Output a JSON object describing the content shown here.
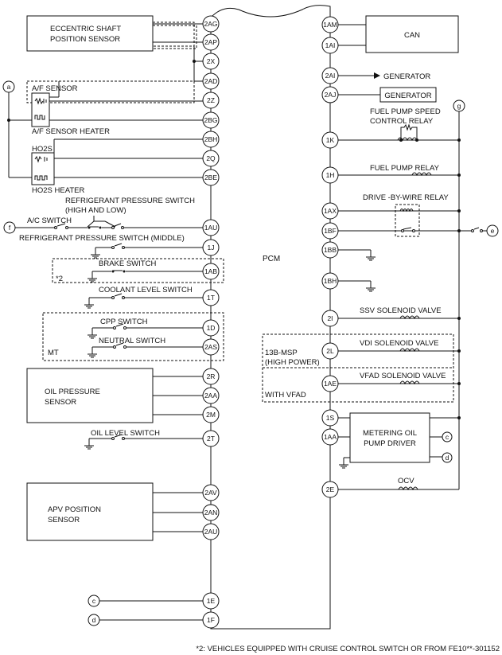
{
  "pcm_label": "PCM",
  "left_pins": [
    "2AG",
    "2AP",
    "2X",
    "2AD",
    "2Z",
    "2BG",
    "2BH",
    "2Q",
    "2BE",
    "1AU",
    "1J",
    "1AB",
    "1T",
    "1D",
    "2AS",
    "2R",
    "2AA",
    "2M",
    "2T",
    "2AV",
    "2AN",
    "2AU",
    "1E",
    "1F"
  ],
  "right_pins": [
    "1AM",
    "1AI",
    "2AI",
    "2AJ",
    "1K",
    "1H",
    "1AX",
    "1BF",
    "1BB",
    "1BH",
    "2I",
    "2L",
    "1AE",
    "1S",
    "1AA",
    "2E"
  ],
  "components": {
    "eccentric_shaft": "ECCENTRIC SHAFT POSITION SENSOR",
    "eccentric_line1": "ECCENTRIC SHAFT",
    "eccentric_line2": "POSITION SENSOR",
    "af_sensor": "A/F SENSOR",
    "af_heater": "A/F SENSOR HEATER",
    "ho2s": "HO2S",
    "ho2s_heater": "HO2S HEATER",
    "refrig_hl_1": "REFRIGERANT PRESSURE  SWITCH",
    "refrig_hl_2": "(HIGH AND LOW)",
    "ac_switch": "A/C SWITCH",
    "refrig_mid": "REFRIGERANT PRESSURE  SWITCH (MIDDLE)",
    "brake_switch": "BRAKE SWITCH",
    "note_mark": "*2",
    "coolant_switch": "COOLANT LEVEL SWITCH",
    "cpp_switch": "CPP SWITCH",
    "neutral_switch": "NEUTRAL SWITCH",
    "mt": "MT",
    "oil_pressure_1": "OIL PRESSURE",
    "oil_pressure_2": "SENSOR",
    "oil_level": "OIL LEVEL SWITCH",
    "apv_1": "APV POSITION",
    "apv_2": "SENSOR",
    "can": "CAN",
    "generator_arrow": "GENERATOR",
    "generator_box": "GENERATOR",
    "fp_speed_1": "FUEL PUMP SPEED",
    "fp_speed_2": "CONTROL RELAY",
    "fp_relay": "FUEL PUMP RELAY",
    "dbw_relay": "DRIVE -BY-WIRE RELAY",
    "ssv": "SSV SOLENOID VALVE",
    "vdi": "VDI SOLENOID VALVE",
    "msp_1": "13B-MSP",
    "msp_2": "(HIGH POWER)",
    "vfad": "VFAD SOLENOID VALVE",
    "with_vfad": "WITH VFAD",
    "metering_1": "METERING OIL",
    "metering_2": "PUMP DRIVER",
    "ocv": "OCV"
  },
  "connectors": {
    "a": "a",
    "c": "c",
    "d": "d",
    "e": "e",
    "f": "f",
    "g": "g"
  },
  "footnote": "*2: VEHICLES EQUIPPED WITH CRUISE CONTROL SWITCH OR FROM FE10**-301152"
}
